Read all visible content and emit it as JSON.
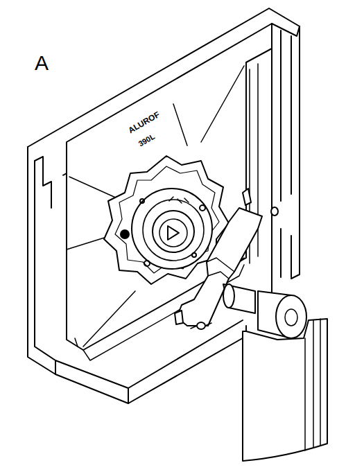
{
  "diagram": {
    "labels": [
      "A",
      "ALUROF",
      "390L"
    ]
  }
}
